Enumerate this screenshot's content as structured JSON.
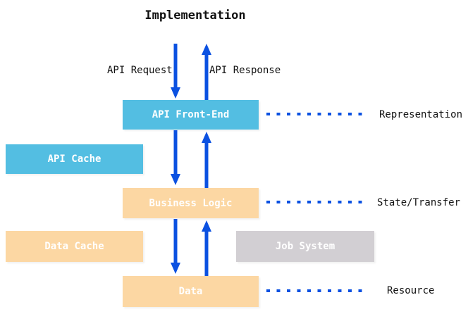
{
  "diagram": {
    "title": "Implementation",
    "flow": {
      "request_label": "API Request",
      "response_label": "API Response"
    },
    "boxes": {
      "api_front_end": {
        "label": "API Front-End",
        "color": "#53BEE2"
      },
      "api_cache": {
        "label": "API Cache",
        "color": "#53BEE2"
      },
      "business_logic": {
        "label": "Business Logic",
        "color": "#FCD7A3"
      },
      "data_cache": {
        "label": "Data Cache",
        "color": "#FCD7A3"
      },
      "job_system": {
        "label": "Job System",
        "color": "#D2CFD3"
      },
      "data": {
        "label": "Data",
        "color": "#FCD7A3"
      }
    },
    "layers": {
      "representation": {
        "label": "Representation"
      },
      "state_transfer": {
        "label": "State/Transfer"
      },
      "resource": {
        "label": "Resource"
      }
    },
    "colors": {
      "arrow_blue": "#0B51E1",
      "box_blue": "#53BEE2",
      "box_orange": "#FCD7A3",
      "box_gray": "#D2CFD3",
      "box_text": "#FFFFFF",
      "label_text": "#111111",
      "background": "#FFFFFF"
    }
  }
}
